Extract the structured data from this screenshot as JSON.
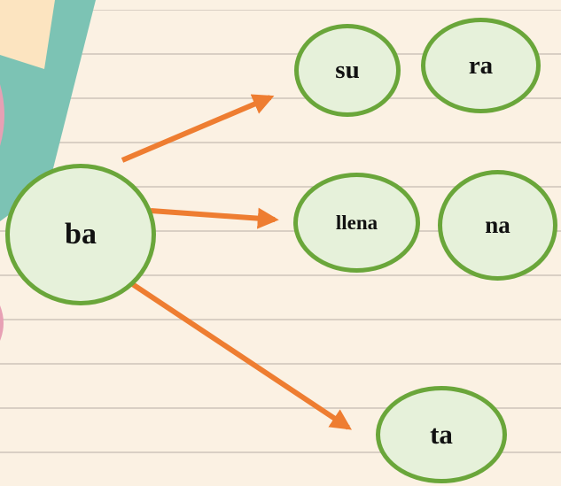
{
  "diagram": {
    "source": {
      "id": "ba",
      "label": "ba"
    },
    "targets": [
      {
        "id": "su",
        "label": "su"
      },
      {
        "id": "ra",
        "label": "ra"
      },
      {
        "id": "llena",
        "label": "llena"
      },
      {
        "id": "na",
        "label": "na"
      },
      {
        "id": "ta",
        "label": "ta"
      }
    ],
    "edges": [
      {
        "from": "ba",
        "to": "su"
      },
      {
        "from": "ba",
        "to": "llena"
      },
      {
        "from": "ba",
        "to": "ta"
      }
    ]
  },
  "colors": {
    "background": "#fbf1e3",
    "node_fill": "#e6f1da",
    "node_border": "#6aa63a",
    "arrow": "#ee7d31",
    "decor_teal": "#7cc3b4",
    "decor_paper": "#fce4c0"
  }
}
